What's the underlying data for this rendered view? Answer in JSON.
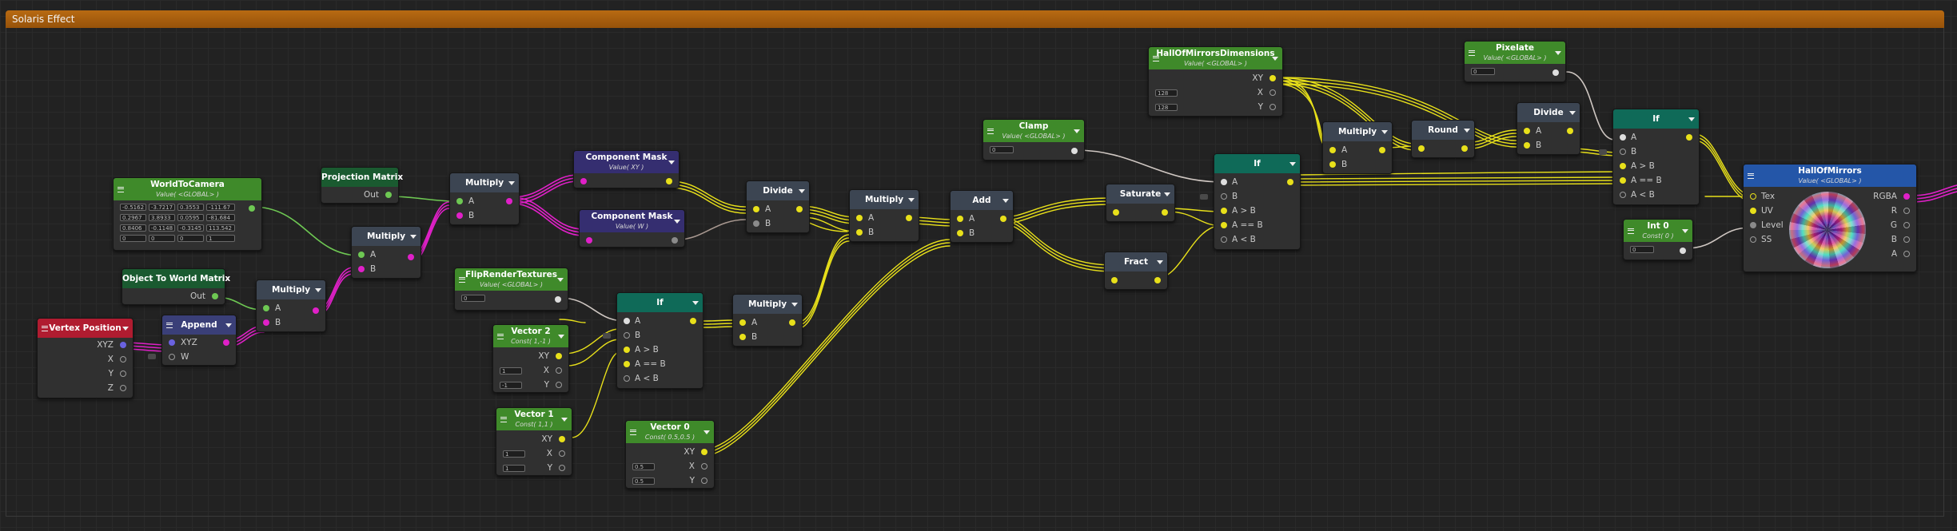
{
  "group": {
    "title": "Solaris Effect",
    "color": "#b86a12"
  },
  "colors": {
    "wire_yellow": "#e8e01a",
    "wire_magenta": "#e020c8",
    "wire_green": "#6ec853",
    "wire_white": "#dedede"
  },
  "nodes": {
    "vertex_position": {
      "title": "Vertex Position",
      "xyz": "XYZ",
      "x": "X",
      "y": "Y",
      "z": "Z"
    },
    "append": {
      "title": "Append",
      "xyz": "XYZ",
      "w": "W"
    },
    "object_to_world": {
      "title": "Object To World Matrix",
      "out": "Out"
    },
    "world_to_camera": {
      "title": "WorldToCamera",
      "subtitle": "Value( <GLOBAL> )",
      "matrix": [
        "-0.5162",
        "-3.7217",
        "0.3553",
        "-111.67",
        "0.2967",
        "3.8933",
        "0.0595",
        "-81.684",
        "0.8406",
        "-0.1148",
        "-0.3145",
        "113.542",
        "0",
        "0",
        "0",
        "1"
      ]
    },
    "projection_matrix": {
      "title": "Projection Matrix",
      "out": "Out"
    },
    "multiply_1": {
      "title": "Multiply",
      "a": "A",
      "b": "B"
    },
    "multiply_2": {
      "title": "Multiply",
      "a": "A",
      "b": "B"
    },
    "multiply_3": {
      "title": "Multiply",
      "a": "A",
      "b": "B"
    },
    "component_mask_xy": {
      "title": "Component Mask",
      "subtitle": "Value( XY )"
    },
    "component_mask_w": {
      "title": "Component Mask",
      "subtitle": "Value( W )"
    },
    "divide_1": {
      "title": "Divide",
      "a": "A",
      "b": "B"
    },
    "flip_render_textures": {
      "title": "FlipRenderTextures",
      "subtitle": "Value( <GLOBAL> )",
      "value": "0"
    },
    "vector2": {
      "title": "Vector 2",
      "subtitle": "Const( 1,-1 )",
      "xy": "XY",
      "x": "X",
      "y": "Y",
      "x_val": "1",
      "y_val": "-1"
    },
    "vector1": {
      "title": "Vector 1",
      "subtitle": "Const( 1,1 )",
      "xy": "XY",
      "x": "X",
      "y": "Y",
      "x_val": "1",
      "y_val": "1"
    },
    "vector0": {
      "title": "Vector 0",
      "subtitle": "Const( 0.5,0.5 )",
      "xy": "XY",
      "x": "X",
      "y": "Y",
      "x_val": "0.5",
      "y_val": "0.5"
    },
    "if_1": {
      "title": "If",
      "a": "A",
      "b": "B",
      "agt": "A > B",
      "aeq": "A == B",
      "alt": "A < B"
    },
    "multiply_4": {
      "title": "Multiply",
      "a": "A",
      "b": "B"
    },
    "multiply_5": {
      "title": "Multiply",
      "a": "A",
      "b": "B"
    },
    "add": {
      "title": "Add",
      "a": "A",
      "b": "B"
    },
    "clamp": {
      "title": "Clamp",
      "subtitle": "Value( <GLOBAL> )",
      "value": "0"
    },
    "saturate": {
      "title": "Saturate"
    },
    "fract": {
      "title": "Fract"
    },
    "if_2": {
      "title": "If",
      "a": "A",
      "b": "B",
      "agt": "A > B",
      "aeq": "A == B",
      "alt": "A < B"
    },
    "hall_dims": {
      "title": "HallOfMirrorsDimensions",
      "subtitle": "Value( <GLOBAL> )",
      "xy": "XY",
      "x": "X",
      "y": "Y",
      "x_val": "128",
      "y_val": "128"
    },
    "multiply_6": {
      "title": "Multiply",
      "a": "A",
      "b": "B"
    },
    "round": {
      "title": "Round"
    },
    "divide_2": {
      "title": "Divide",
      "a": "A",
      "b": "B"
    },
    "pixelate": {
      "title": "Pixelate",
      "subtitle": "Value( <GLOBAL> )",
      "value": "0"
    },
    "if_3": {
      "title": "If",
      "a": "A",
      "b": "B",
      "agt": "A > B",
      "aeq": "A == B",
      "alt": "A < B"
    },
    "int0": {
      "title": "Int 0",
      "subtitle": "Const( 0 )",
      "value": "0"
    },
    "hall_of_mirrors": {
      "title": "HallOfMirrors",
      "subtitle": "Value( <GLOBAL> )",
      "tex": "Tex",
      "uv": "UV",
      "level": "Level",
      "ss": "SS",
      "rgba": "RGBA",
      "r": "R",
      "g": "G",
      "b": "B",
      "a": "A"
    }
  }
}
